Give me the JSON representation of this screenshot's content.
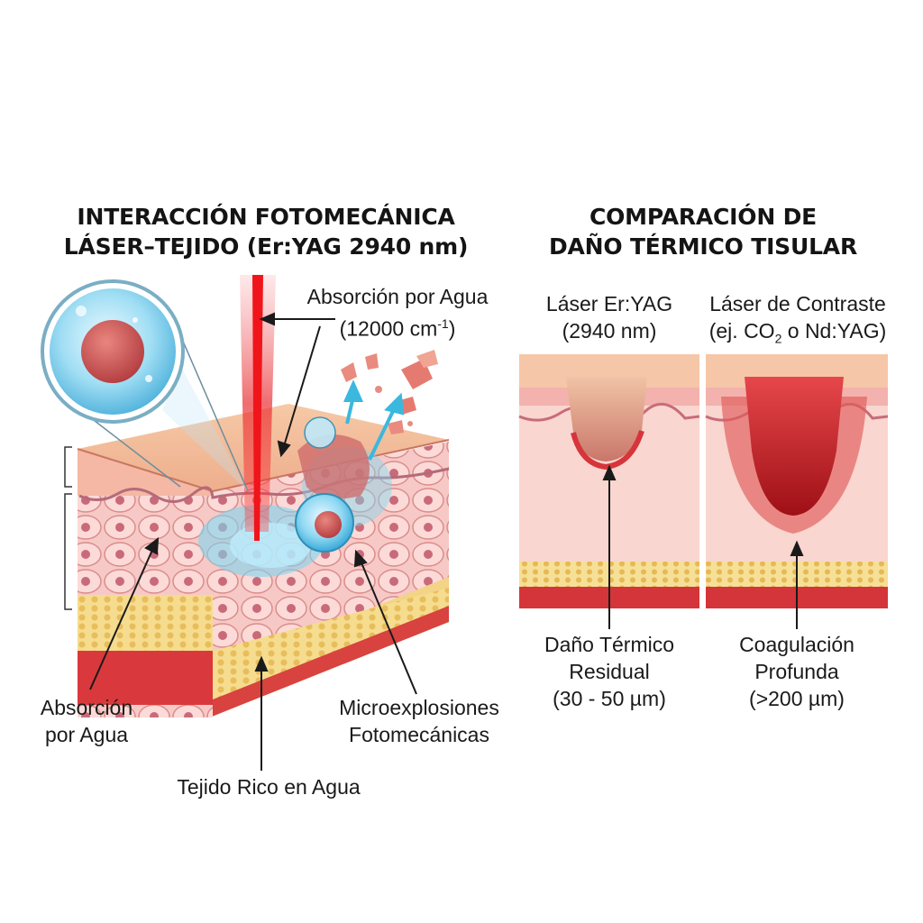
{
  "left_panel": {
    "title_line1": "INTERACCIÓN FOTOMECÁNICA",
    "title_line2": "LÁSER–TEJIDO (Er:YAG 2940 nm)",
    "absorption_top_line1": "Absorción por Agua",
    "absorption_top_line2_main": "(12000 cm",
    "absorption_top_line2_sup": "-1",
    "absorption_top_line2_end": ")",
    "absorption_left_line1": "Absorción",
    "absorption_left_line2": "por Agua",
    "microexplosions_line1": "Microexplosiones",
    "microexplosions_line2": "Fotomecánicas",
    "tissue_label": "Tejido Rico en Agua"
  },
  "right_panel": {
    "title_line1": "COMPARACIÓN DE",
    "title_line2": "DAÑO TÉRMICO TISULAR",
    "col1_header_line1": "Láser Er:YAG",
    "col1_header_line2": "(2940 nm)",
    "col2_header_line1": "Láser de Contraste",
    "col2_header_line2_pre": "(ej. CO",
    "col2_header_line2_sub": "2",
    "col2_header_line2_post": " o Nd:YAG)",
    "col1_caption_line1": "Daño Térmico",
    "col1_caption_line2": "Residual",
    "col1_caption_line3": "(30 - 50 µm)",
    "col2_caption_line1": "Coagulación",
    "col2_caption_line2": "Profunda",
    "col2_caption_line3": "(>200 µm)"
  },
  "colors": {
    "laser_beam": "#e8262b",
    "water_blue": "#4fc3e8",
    "skin_pink": "#f4b9b4",
    "dermis_red": "#d6393a",
    "fat_yellow": "#f2d27a",
    "deep_coagulation": "#b3141c"
  },
  "icons": [
    "cell-magnifier-icon",
    "laser-beam-icon",
    "tissue-block-icon",
    "ablation-crater-icon"
  ]
}
